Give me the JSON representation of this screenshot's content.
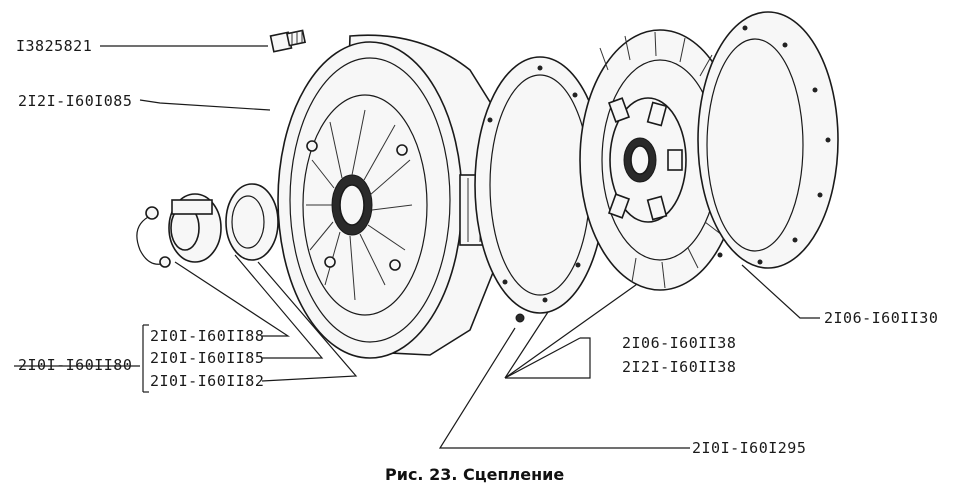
{
  "labels": {
    "bolt": "I3825821",
    "cover": "2I2I-I60I085",
    "disc_right": "2I06-I60II30",
    "group": "2I0I-I60II80",
    "group_1": "2I0I-I60II88",
    "group_2": "2I0I-I60II85",
    "group_3": "2I0I-I60II82",
    "disc_a": "2I06-I60II38",
    "disc_b": "2I2I-I60II38",
    "pin": "2I0I-I60I295"
  },
  "caption": "Рис. 23. Сцепление"
}
